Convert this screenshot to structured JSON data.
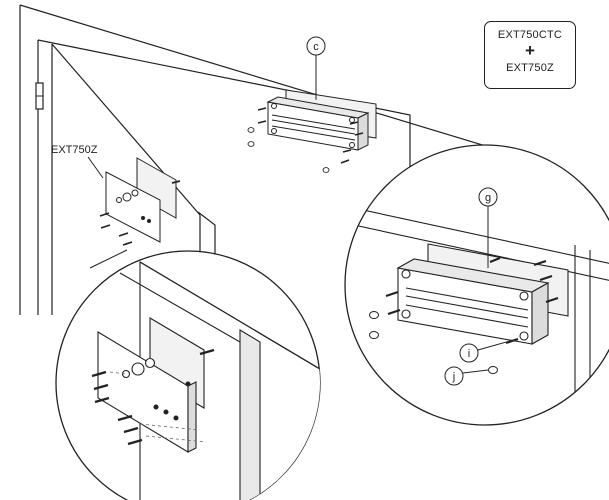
{
  "model_box": {
    "line1": "EXT750CTC",
    "plus": "+",
    "line2": "EXT750Z"
  },
  "labels": {
    "bracket_label": "EXT750Z",
    "callout_c": "c",
    "callout_g": "g",
    "callout_i": "i",
    "callout_j": "j"
  },
  "colors": {
    "stroke": "#222222",
    "light_stroke": "#9a9a9a",
    "panel_fill": "#f2f2f2",
    "frame_fill": "#e9e9e9",
    "screw_fill": "#333333"
  }
}
